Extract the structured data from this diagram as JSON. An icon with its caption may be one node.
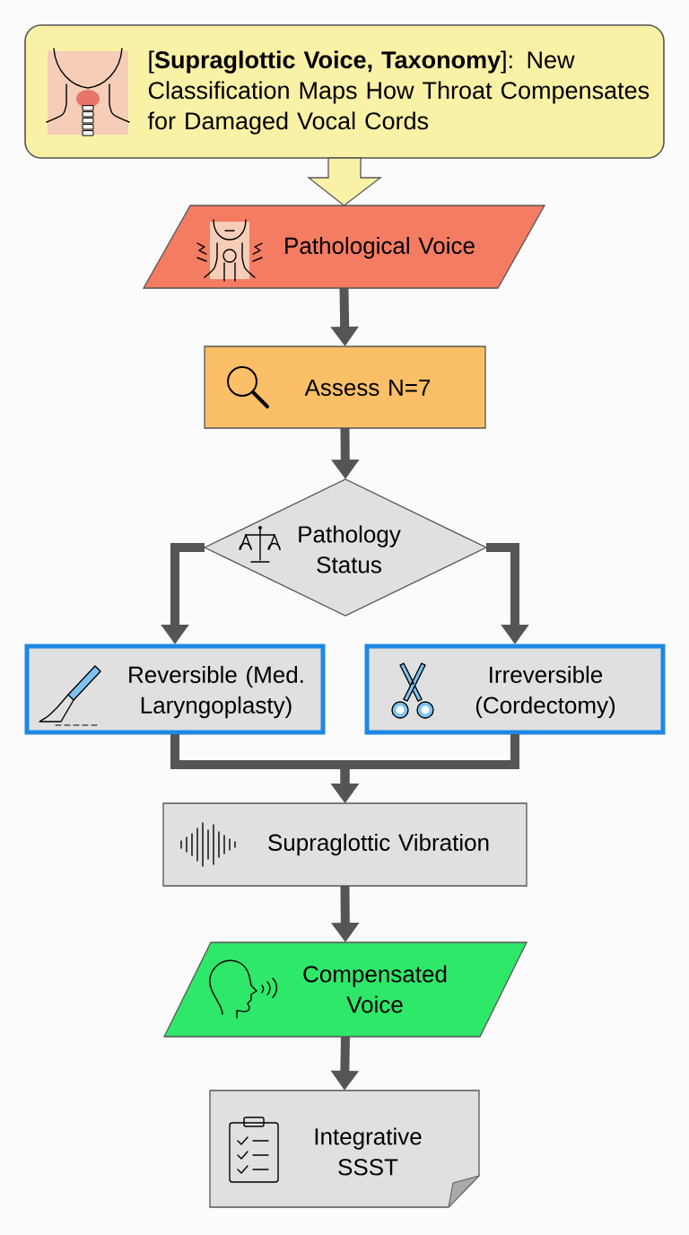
{
  "diagram": {
    "nodes": [
      {
        "text": [
          "[**Supraglottic Voice, Taxonomy**]: New Classification Maps How Throat Compensates for Damaged Vocal Cords"
        ]
      },
      {
        "text": [
          "Pathological Voice"
        ]
      },
      {
        "text": [
          "Assess N=7"
        ]
      },
      {
        "text": [
          "Pathology Status"
        ]
      },
      {
        "text": [
          "Reversible (Med. Laryngoplasty)"
        ]
      },
      {
        "text": [
          "Irreversible (Cordectomy)"
        ]
      },
      {
        "text": [
          "Supraglottic Vibration"
        ]
      },
      {
        "text": [
          "Compensated Voice"
        ]
      },
      {
        "text": [
          "Integrative SSST"
        ]
      }
    ],
    "edges": [
      {
        "from": 0,
        "to": 1,
        "arrow": "to",
        "style": "thick",
        "color": "#f9f1a6"
      },
      {
        "from": 1,
        "to": 2,
        "arrow": "to"
      },
      {
        "from": 2,
        "to": 3,
        "arrow": "to"
      },
      {
        "from": 3,
        "to": 4,
        "arrow": "to"
      },
      {
        "from": 3,
        "to": 5,
        "arrow": "to"
      },
      {
        "from": 4,
        "to": 6,
        "arrow": "to"
      },
      {
        "from": 5,
        "to": 6,
        "arrow": "to"
      },
      {
        "from": 6,
        "to": 7,
        "arrow": "to"
      },
      {
        "from": 7,
        "to": 8,
        "arrow": "to"
      }
    ]
  }
}
